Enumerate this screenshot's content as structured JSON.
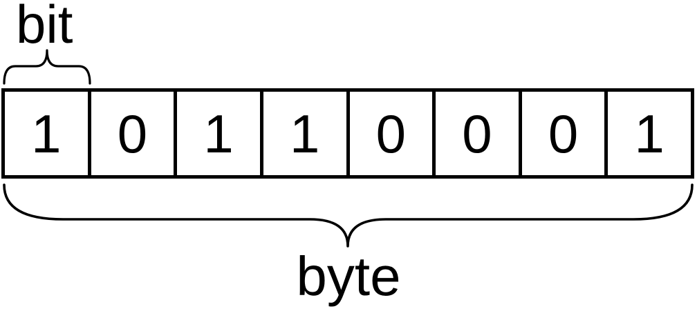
{
  "labels": {
    "bit": "bit",
    "byte": "byte"
  },
  "bits": [
    "1",
    "0",
    "1",
    "1",
    "0",
    "0",
    "0",
    "1"
  ],
  "icons": {
    "bit_brace": "horizontal-curly-brace-tip-up",
    "byte_brace": "horizontal-curly-brace-tip-down"
  },
  "colors": {
    "foreground": "#000000",
    "background": "#ffffff"
  }
}
